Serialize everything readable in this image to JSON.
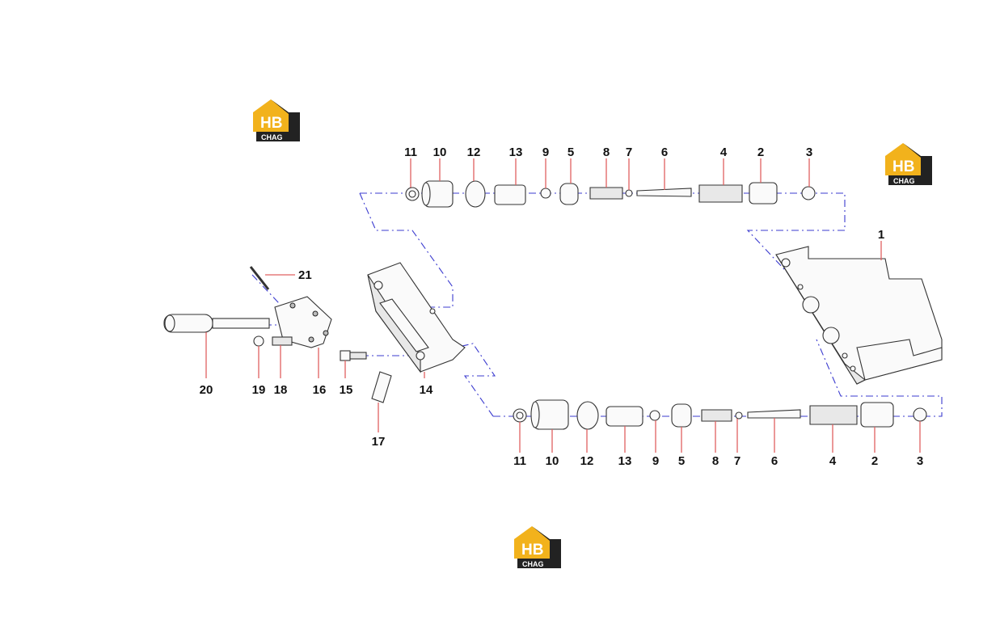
{
  "diagram": {
    "top_row_labels": [
      "11",
      "10",
      "12",
      "13",
      "9",
      "5",
      "8",
      "7",
      "6",
      "4",
      "2",
      "3"
    ],
    "bottom_row_labels": [
      "11",
      "10",
      "12",
      "13",
      "9",
      "5",
      "8",
      "7",
      "6",
      "4",
      "2",
      "3"
    ],
    "left_labels": {
      "p21": "21",
      "p20": "20",
      "p19": "19",
      "p18": "18",
      "p16": "16",
      "p15": "15",
      "p14": "14",
      "p17": "17",
      "p1": "1"
    }
  },
  "watermark": {
    "letters": "HB",
    "subtitle": "CHAG"
  }
}
